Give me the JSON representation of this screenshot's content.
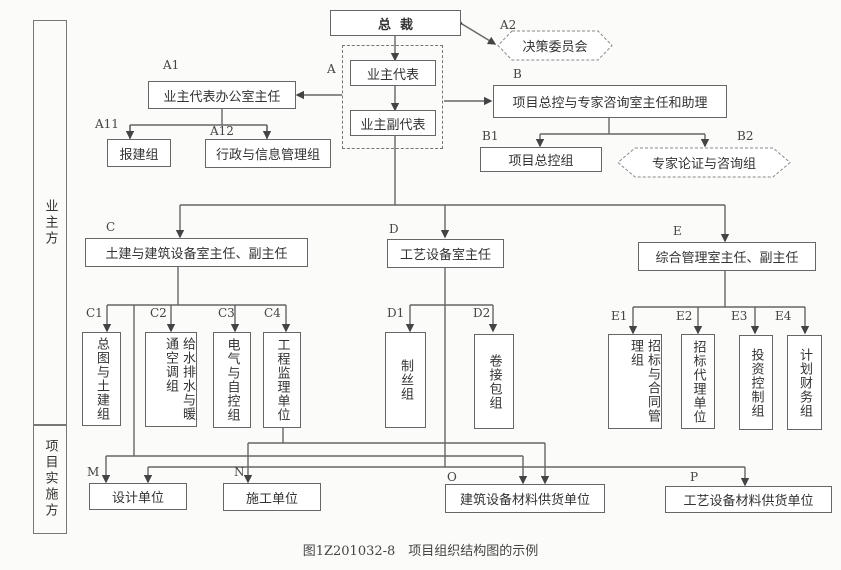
{
  "side": {
    "owner": "业主方",
    "implementer": "项目实施方"
  },
  "nodes": {
    "president": "总  裁",
    "A": {
      "label": "A",
      "rep": "业主代表",
      "deputy": "业主副代表"
    },
    "A1": {
      "label": "A1",
      "text": "业主代表办公室主任"
    },
    "A11": {
      "label": "A11",
      "text": "报建组"
    },
    "A12": {
      "label": "A12",
      "text": "行政与信息管理组"
    },
    "A2": {
      "label": "A2",
      "text": "决策委员会"
    },
    "B": {
      "label": "B",
      "text": "项目总控与专家咨询室主任和助理"
    },
    "B1": {
      "label": "B1",
      "text": "项目总控组"
    },
    "B2": {
      "label": "B2",
      "text": "专家论证与咨询组"
    },
    "C": {
      "label": "C",
      "text": "土建与建筑设备室主任、副主任"
    },
    "D": {
      "label": "D",
      "text": "工艺设备室主任"
    },
    "E": {
      "label": "E",
      "text": "综合管理室主任、副主任"
    },
    "C1": {
      "label": "C1",
      "text": "总图与土建组"
    },
    "C2": {
      "label": "C2",
      "text": "给水排水与暖通空调组"
    },
    "C3": {
      "label": "C3",
      "text": "电气与自控组"
    },
    "C4": {
      "label": "C4",
      "text": "工程监理单位"
    },
    "D1": {
      "label": "D1",
      "text": "制丝组"
    },
    "D2": {
      "label": "D2",
      "text": "卷接包组"
    },
    "E1": {
      "label": "E1",
      "text": "招标与合同管理组"
    },
    "E2": {
      "label": "E2",
      "text": "招标代理单位"
    },
    "E3": {
      "label": "E3",
      "text": "投资控制组"
    },
    "E4": {
      "label": "E4",
      "text": "计划财务组"
    },
    "M": {
      "label": "M",
      "text": "设计单位"
    },
    "N": {
      "label": "N",
      "text": "施工单位"
    },
    "O": {
      "label": "O",
      "text": "建筑设备材料供货单位"
    },
    "P": {
      "label": "P",
      "text": "工艺设备材料供货单位"
    }
  },
  "caption": "图1Z201032-8　项目组织结构图的示例"
}
